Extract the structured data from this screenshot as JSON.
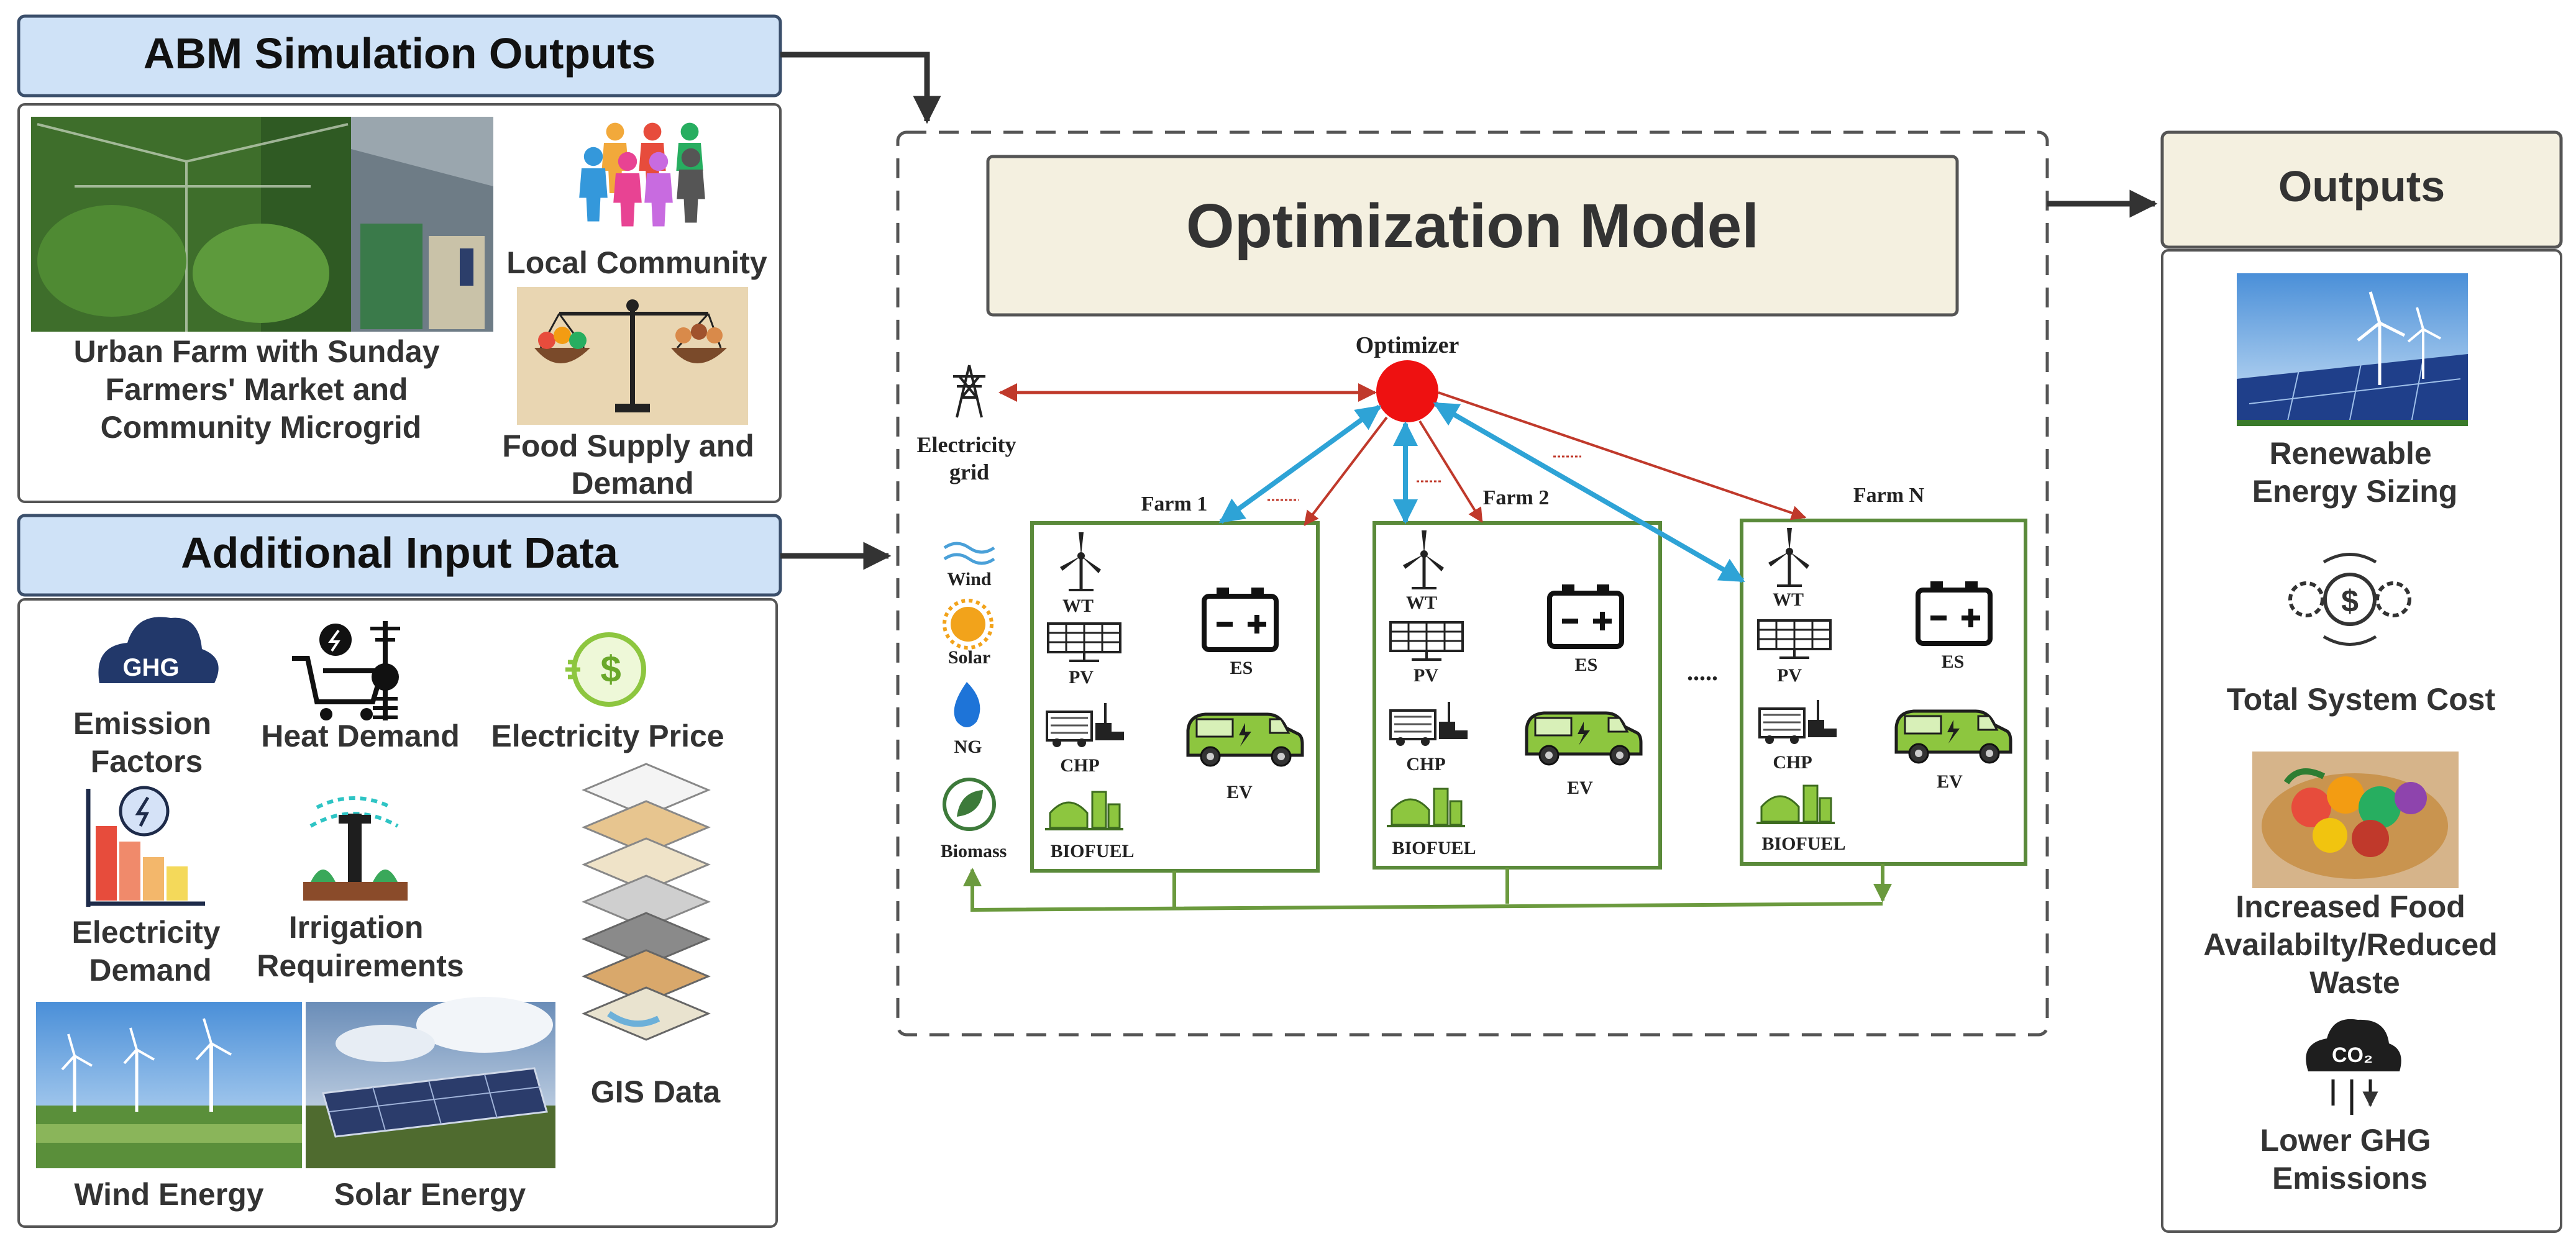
{
  "abm": {
    "header": "ABM Simulation Outputs",
    "urban_farm_label_lines": [
      "Urban Farm with Sunday",
      "Farmers' Market and",
      "Community Microgrid"
    ],
    "local_community_label": "Local Community",
    "food_supply_label_lines": [
      "Food Supply and",
      "Demand"
    ]
  },
  "additional": {
    "header": "Additional Input Data",
    "emission_label_lines": [
      "Emission",
      "Factors"
    ],
    "ghg_icon_text": "GHG",
    "heat_demand_label": "Heat Demand",
    "electricity_price_label": "Electricity Price",
    "price_icon_text": "$",
    "electricity_demand_label_lines": [
      "Electricity",
      "Demand"
    ],
    "irrigation_label_lines": [
      "Irrigation",
      "Requirements"
    ],
    "gis_label": "GIS Data",
    "wind_energy_label": "Wind Energy",
    "solar_energy_label": "Solar Energy"
  },
  "optimization": {
    "title": "Optimization Model",
    "optimizer_label": "Optimizer",
    "grid_label_lines": [
      "Electricity",
      "grid"
    ],
    "sources": [
      "Wind",
      "Solar",
      "NG",
      "Biomass"
    ],
    "farms": [
      {
        "name": "Farm 1"
      },
      {
        "name": "Farm 2"
      },
      {
        "name": "Farm N"
      }
    ],
    "component_labels": {
      "wt": "WT",
      "pv": "PV",
      "es": "ES",
      "chp": "CHP",
      "ev": "EV",
      "biofuel": "BIOFUEL"
    },
    "ellipsis": "....."
  },
  "outputs": {
    "header": "Outputs",
    "renewable_label_lines": [
      "Renewable",
      "Energy Sizing"
    ],
    "cost_label": "Total System Cost",
    "cost_icon_text": "$",
    "food_label_lines": [
      "Increased Food",
      "Availabilty/Reduced",
      "Waste"
    ],
    "ghg_label_lines": [
      "Lower GHG",
      "Emissions"
    ],
    "co2_icon_text": "CO₂"
  },
  "colors": {
    "header_fill": "#cfe2f7",
    "header_stroke": "#3b4f6b",
    "cream_fill": "#f4f0e0",
    "farm_border": "#5a8a3a",
    "flow_green": "#6b9a3e",
    "arrow_red": "#c0392b",
    "arrow_blue": "#2ea3d6",
    "optimizer_red": "#ee1111"
  }
}
